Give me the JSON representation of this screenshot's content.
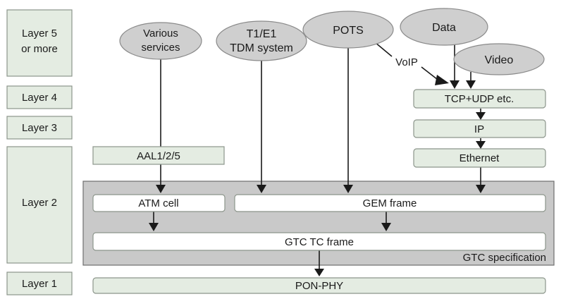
{
  "layers": {
    "layer5": [
      "Layer 5",
      "or more"
    ],
    "layer4": "Layer 4",
    "layer3": "Layer 3",
    "layer2": "Layer 2",
    "layer1": "Layer 1"
  },
  "services": {
    "various": [
      "Various",
      "services"
    ],
    "tdm": [
      "T1/E1",
      "TDM system"
    ],
    "pots": "POTS",
    "data": "Data",
    "video": "Video"
  },
  "voip_label": "VoIP",
  "protocols": {
    "tcp_udp": "TCP+UDP etc.",
    "ip": "IP",
    "ethernet": "Ethernet",
    "aal": "AAL1/2/5",
    "atm_cell": "ATM cell",
    "gem_frame": "GEM frame",
    "gtc_tc_frame": "GTC TC frame",
    "gtc_spec": "GTC specification",
    "pon_phy": "PON-PHY"
  }
}
